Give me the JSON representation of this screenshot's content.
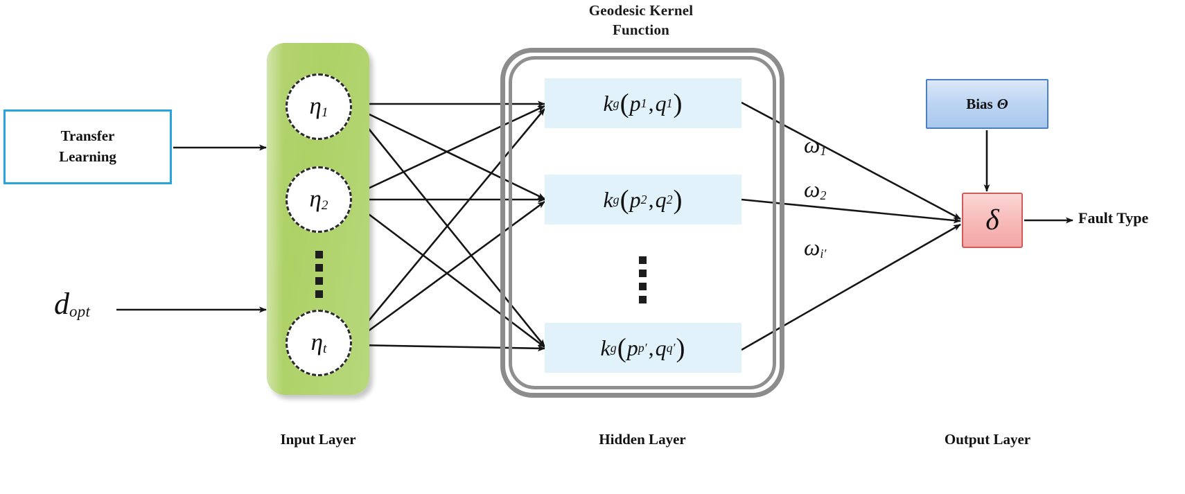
{
  "diagram": {
    "title_lines": [
      "Geodesic Kernel",
      "Function"
    ],
    "transfer_learning": {
      "line1": "Transfer",
      "line2": "Learning",
      "border_color": "#27a4dd"
    },
    "input_signal": {
      "symbol": "d",
      "subscript": "opt"
    },
    "input_layer": {
      "label": "Input Layer",
      "slab_color": "#b0d269",
      "nodes": [
        {
          "symbol": "η",
          "subscript": "1"
        },
        {
          "symbol": "η",
          "subscript": "2"
        },
        {
          "symbol": "η",
          "subscript": "t"
        }
      ],
      "ellipsis": "⋮"
    },
    "hidden_layer": {
      "label": "Hidden Layer",
      "frame_color": "#8c8c8c",
      "box_color": "#e2f2fb",
      "kernels": [
        {
          "fn": "k",
          "fn_sub": "g",
          "arg1": "p",
          "arg1_sub": "1",
          "arg2": "q",
          "arg2_sub": "1"
        },
        {
          "fn": "k",
          "fn_sub": "g",
          "arg1": "p",
          "arg1_sub": "2",
          "arg2": "q",
          "arg2_sub": "2"
        },
        {
          "fn": "k",
          "fn_sub": "g",
          "arg1": "p",
          "arg1_sub": "p′",
          "arg2": "q",
          "arg2_sub": "q′"
        }
      ],
      "ellipsis": "⋮"
    },
    "weights": [
      {
        "symbol": "ω",
        "subscript": "1"
      },
      {
        "symbol": "ω",
        "subscript": "2"
      },
      {
        "symbol": "ω",
        "subscript": "i′"
      }
    ],
    "output_layer": {
      "label": "Output Layer",
      "bias_label": "Bias",
      "bias_symbol": "Θ",
      "bias_color": "#bdd5f2",
      "node_symbol": "δ",
      "node_color": "#f7b9b7",
      "result_label": "Fault Type"
    }
  }
}
